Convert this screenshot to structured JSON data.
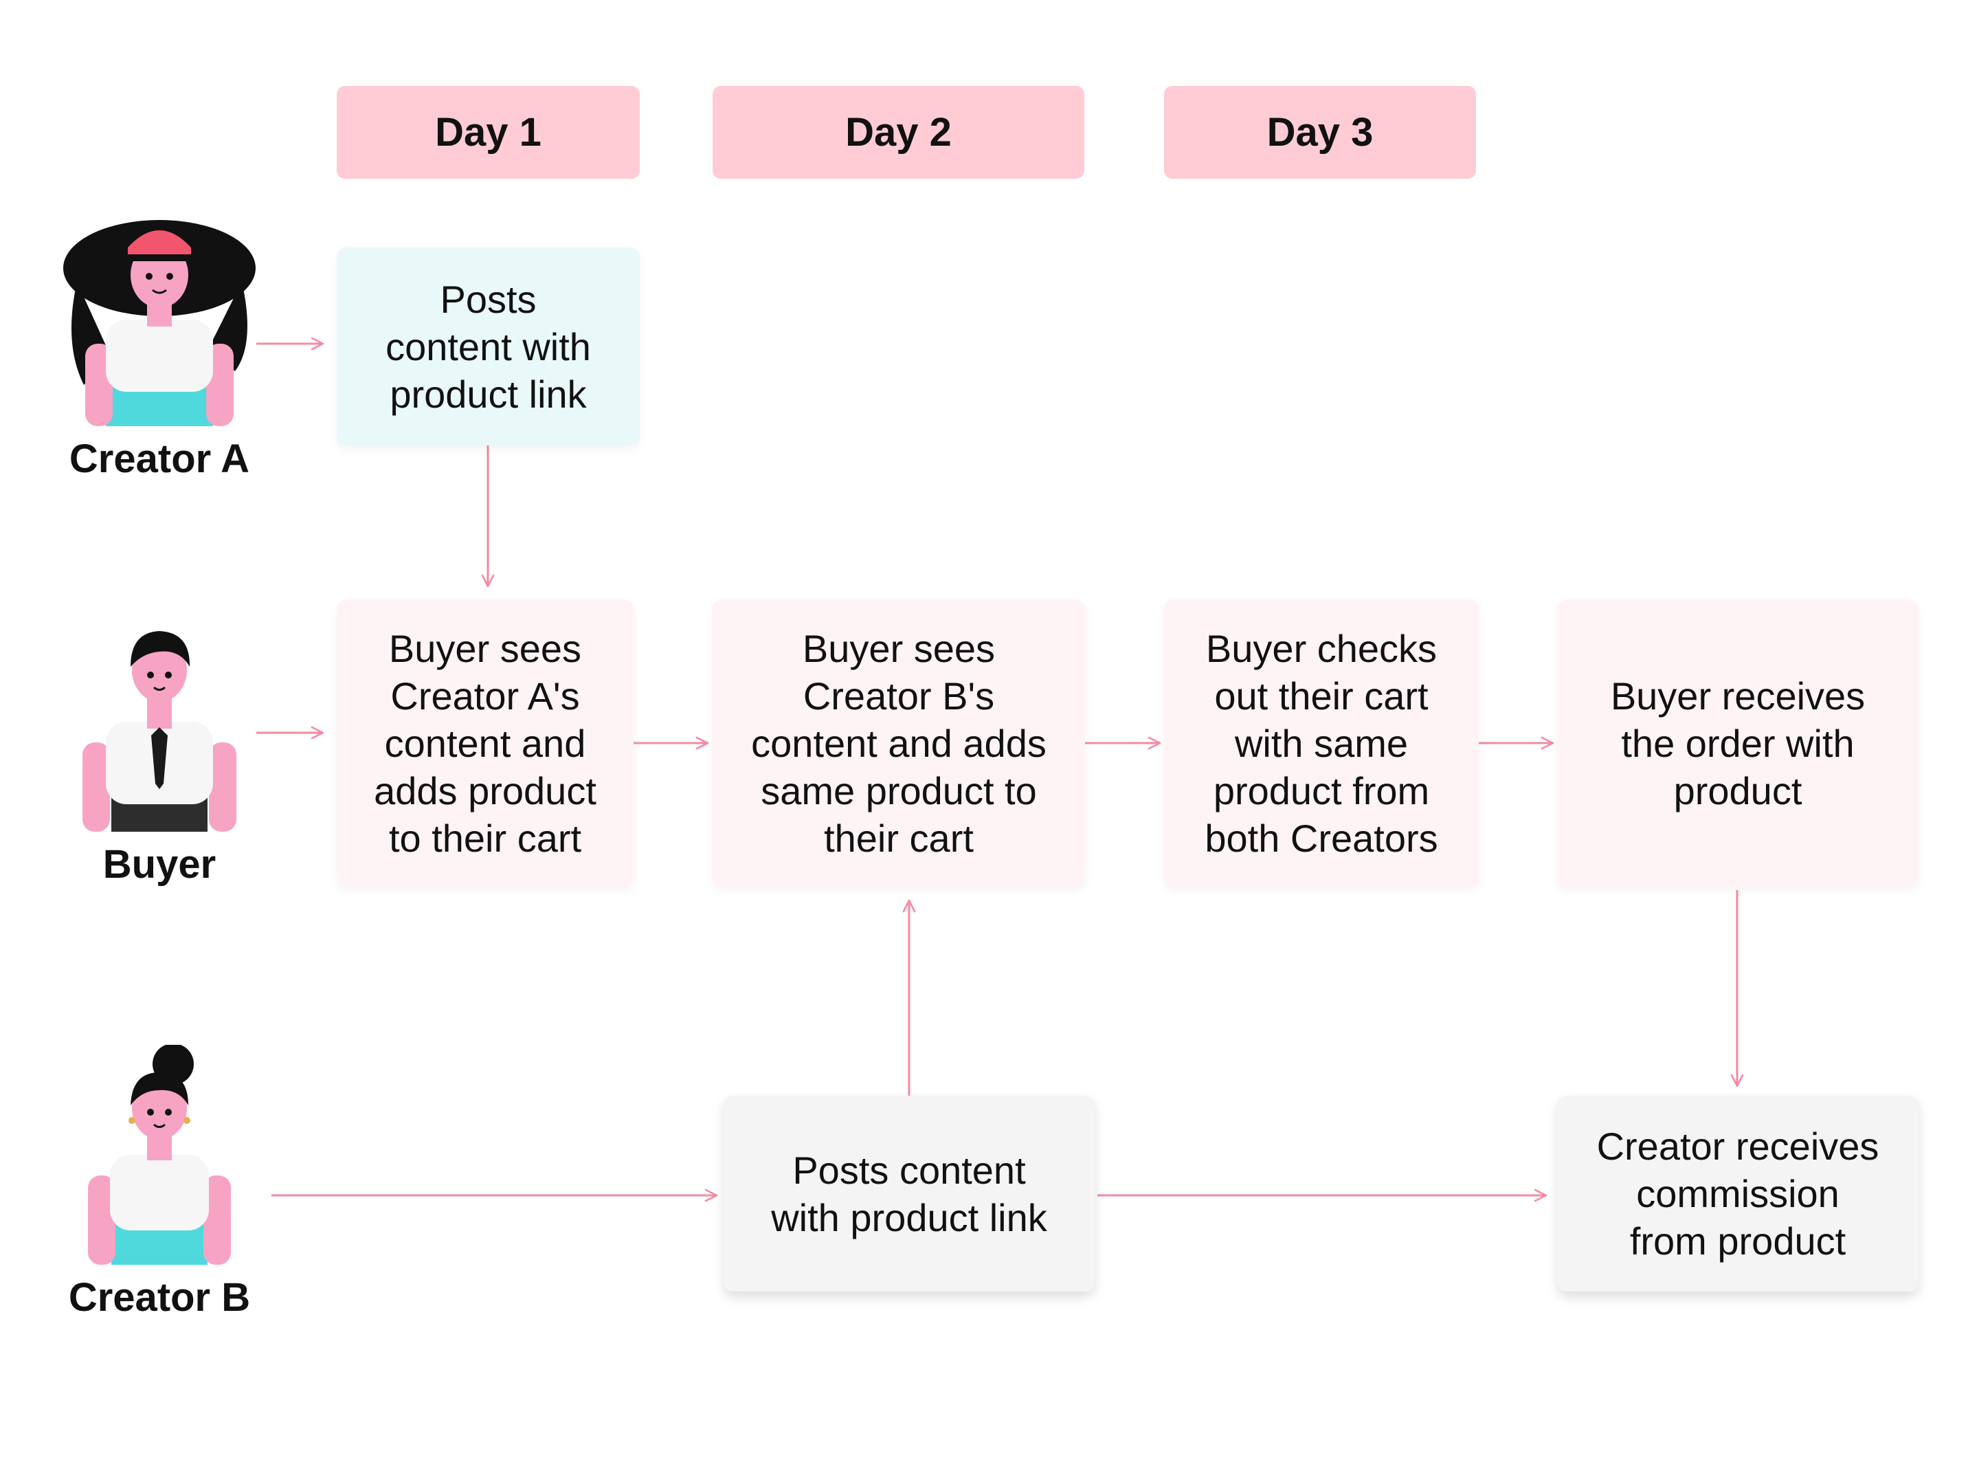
{
  "days": [
    "Day 1",
    "Day 2",
    "Day 3"
  ],
  "actors": {
    "creator_a": "Creator A",
    "buyer": "Buyer",
    "creator_b": "Creator B"
  },
  "steps": {
    "creator_a_post": "Posts\ncontent with\nproduct link",
    "buyer_day1": "Buyer sees\nCreator A's\ncontent and\nadds product\nto their cart",
    "buyer_day2": "Buyer sees\nCreator B's\ncontent and adds\nsame product to\ntheir cart",
    "buyer_day3": "Buyer checks\nout their cart\nwith same\nproduct  from\nboth Creators",
    "buyer_receives": "Buyer receives\nthe order with\nproduct",
    "creator_b_post": "Posts content\nwith product link",
    "creator_commission": "Creator receives\ncommission\nfrom product"
  },
  "colors": {
    "day_header": "#ffccd6",
    "creator_a_box": "#e9f8f9",
    "buyer_box": "#fff4f5",
    "creator_b_box": "#f4f4f4",
    "arrow": "#f48aa3"
  }
}
